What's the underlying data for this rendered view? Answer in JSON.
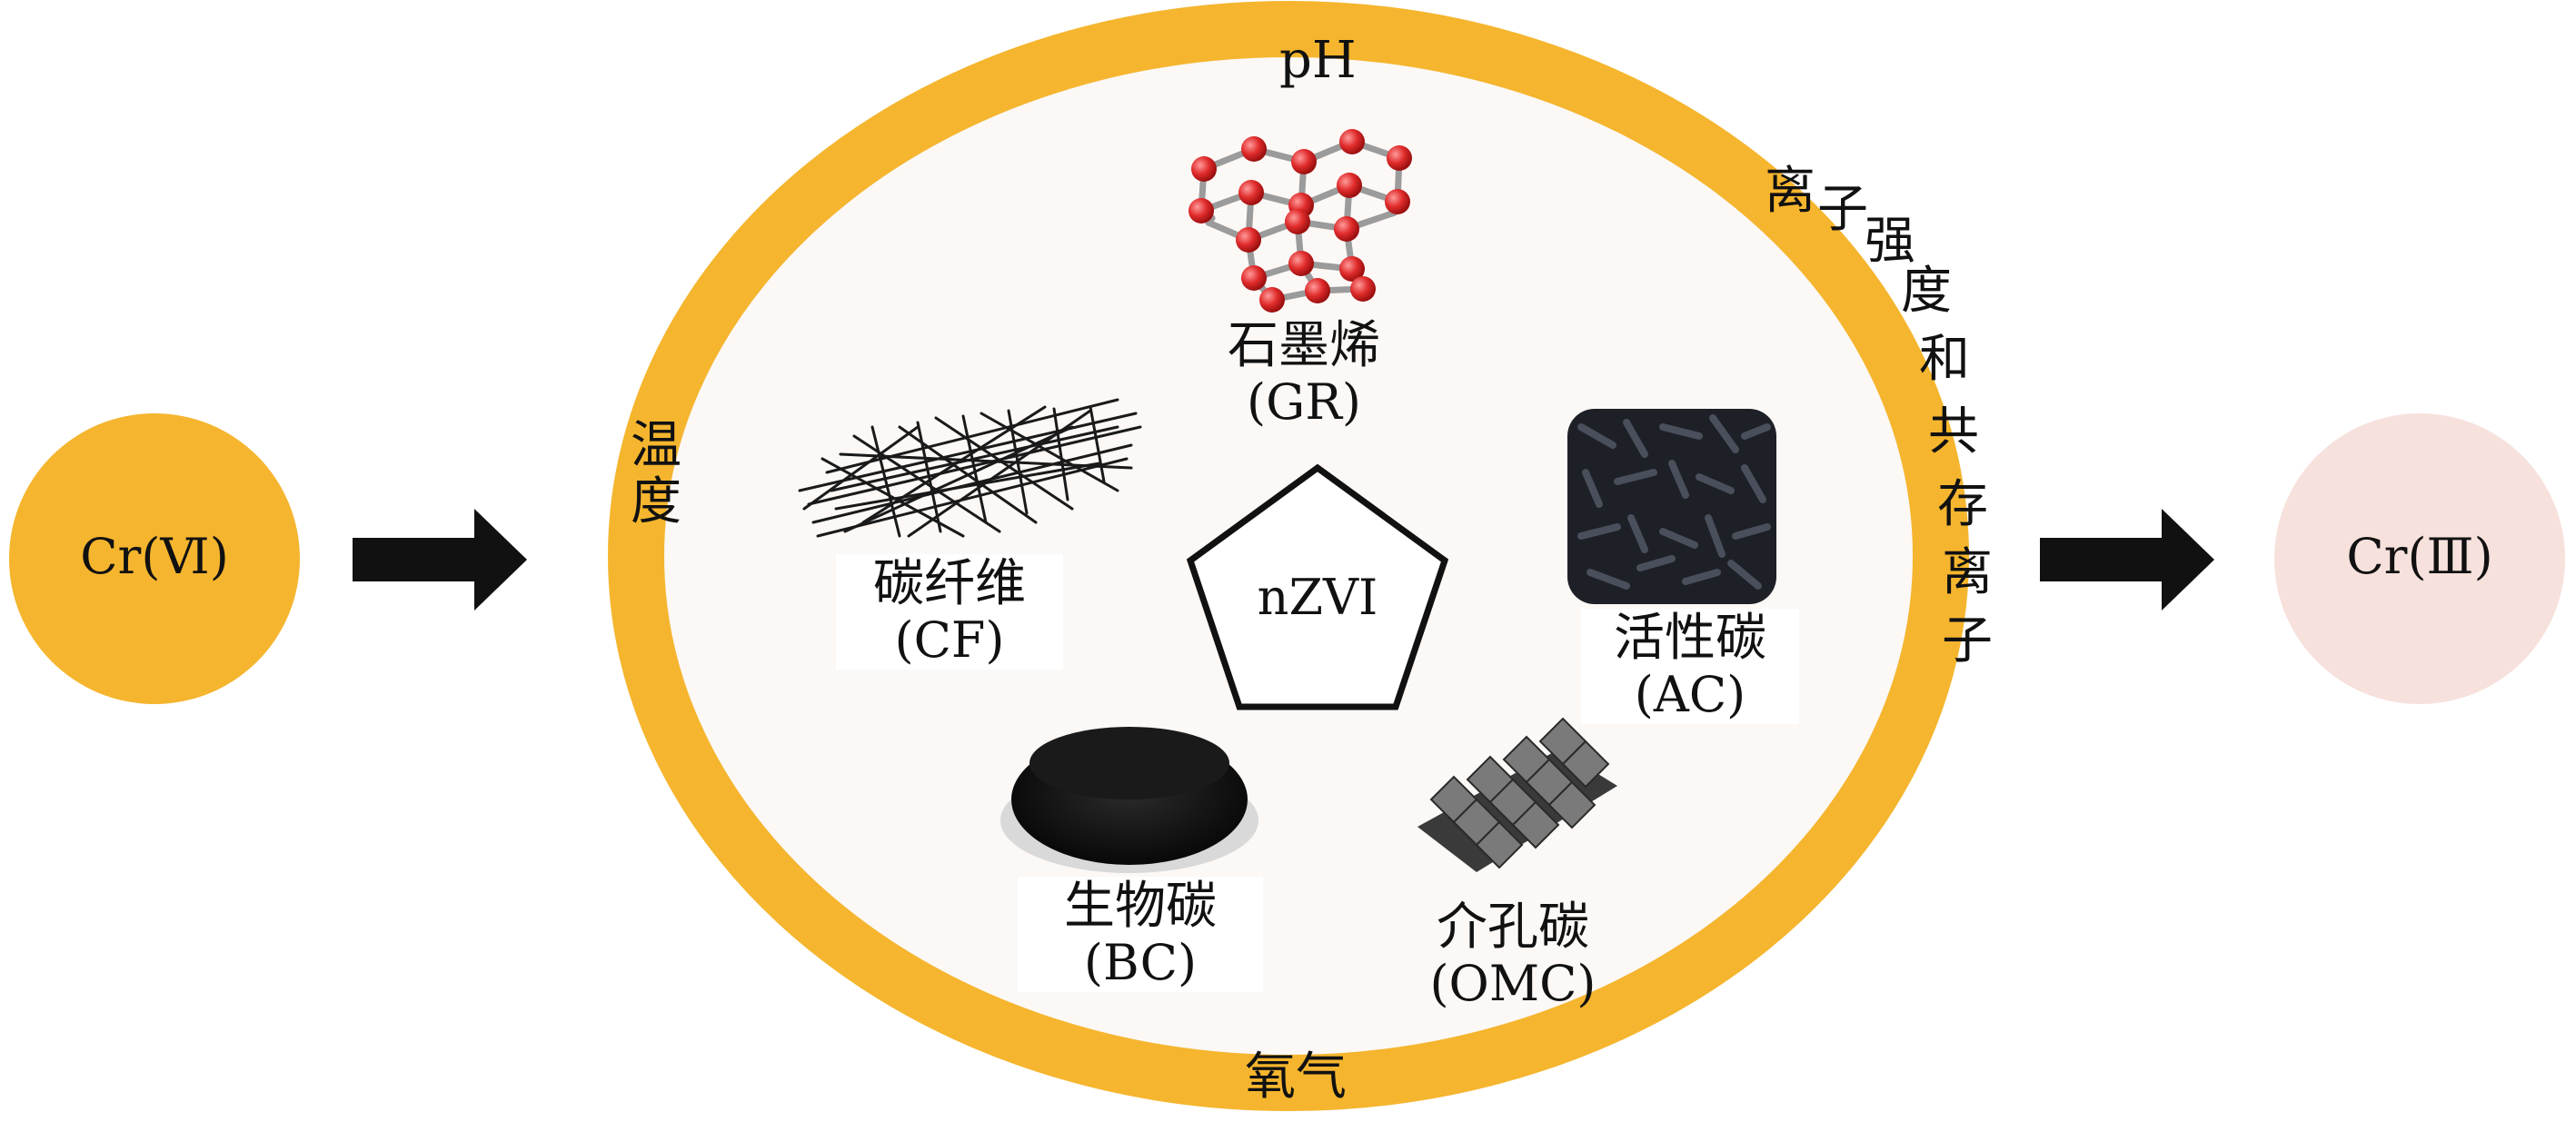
{
  "source": {
    "label": "Cr(Ⅵ)"
  },
  "product": {
    "label": "Cr(Ⅲ)"
  },
  "center": {
    "label": "nZVI"
  },
  "factors": {
    "top": "pH",
    "left": "温度",
    "right": "离子强度和共存离子",
    "bottom": "氧气"
  },
  "materials": {
    "gr": {
      "name": "石墨烯",
      "abbr": "(GR)"
    },
    "cf": {
      "name": "碳纤维",
      "abbr": "(CF)"
    },
    "ac": {
      "name": "活性碳",
      "abbr": "(AC)"
    },
    "bc": {
      "name": "生物碳",
      "abbr": "(BC)"
    },
    "omc": {
      "name": "介孔碳",
      "abbr": "(OMC)"
    }
  },
  "colors": {
    "ring": "#f5b52e",
    "source_circle": "#f5b52e",
    "product_circle": "#f7e1dc",
    "inner_fill": "#fbf8f6",
    "arrow": "#111111",
    "graphene_atom": "#e02b2b"
  }
}
